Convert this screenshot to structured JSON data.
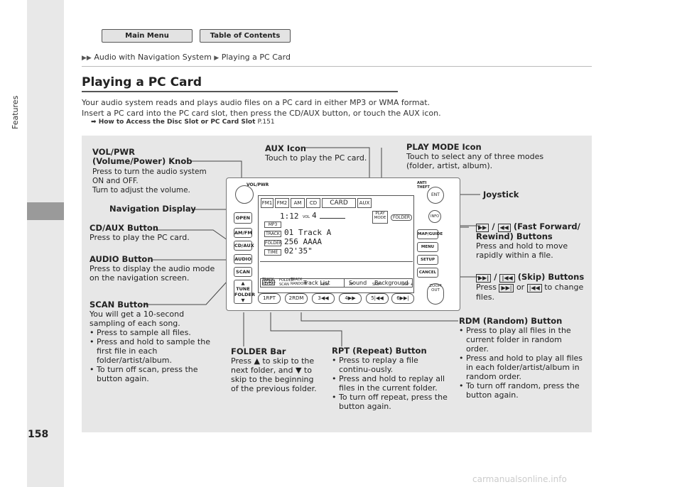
{
  "nav": {
    "main_menu": "Main Menu",
    "toc": "Table of Contents"
  },
  "side": {
    "tab_label": "Features"
  },
  "breadcrumb": {
    "part1": "Audio with Navigation System",
    "part2": "Playing a PC Card"
  },
  "title": "Playing a PC Card",
  "intro": {
    "line1": "Your audio system reads and plays audio files on a PC card in either MP3 or WMA format.",
    "line2": "Insert a PC card into the PC card slot, then press the CD/AUX button, or touch the AUX icon."
  },
  "ref": {
    "text": "How to Access the Disc Slot or PC Card Slot",
    "page": "P.151"
  },
  "page_number": "158",
  "watermark": "carmanualsonline.info",
  "labels": {
    "vol_title1": "VOL/PWR",
    "vol_title2": "(Volume/Power) Knob",
    "vol_desc1": "Press to turn the audio system",
    "vol_desc2": "ON and OFF.",
    "vol_desc3": "Turn to adjust the volume.",
    "nav_display": "Navigation Display",
    "cdaux_title": "CD/AUX Button",
    "cdaux_desc": "Press to play the PC card.",
    "audio_title": "AUDIO Button",
    "audio_desc1": "Press to display the audio mode",
    "audio_desc2": "on the navigation screen.",
    "scan_title": "SCAN Button",
    "scan_desc1": "You will get a 10-second",
    "scan_desc2": "sampling of each song.",
    "scan_b1": "Press to sample all files.",
    "scan_b2": "Press and hold to sample the first file in each folder/artist/album.",
    "scan_b3": "To turn off scan, press the button again.",
    "aux_title": "AUX Icon",
    "aux_desc": "Touch to play the PC card.",
    "play_title": "PLAY MODE Icon",
    "play_desc1": "Touch to select any of three modes",
    "play_desc2": "(folder, artist, album).",
    "joystick": "Joystick",
    "ff_title": "(Fast Forward/",
    "ff_title2": "Rewind) Buttons",
    "ff_desc1": "Press and hold to move",
    "ff_desc2": "rapidly within a file.",
    "skip_title": "(Skip) Buttons",
    "skip_desc1": "Press",
    "skip_desc_or": "or",
    "skip_desc2": "to change",
    "skip_desc3": "files.",
    "folder_title": "FOLDER Bar",
    "folder_desc1": "Press ▲ to skip to the",
    "folder_desc2": "next folder, and ▼ to",
    "folder_desc3": "skip to the beginning",
    "folder_desc4": "of the previous folder.",
    "rpt_title": "RPT (Repeat) Button",
    "rpt_b1": "Press to replay a file continu-ously.",
    "rpt_b2": "Press and hold to replay all files in the current folder.",
    "rpt_b3": "To turn off repeat, press the button again.",
    "rdm_title": "RDM (Random) Button",
    "rdm_b1": "Press to play all files in the current folder in random order.",
    "rdm_b2": "Press and hold to play all files in each folder/artist/album in random order.",
    "rdm_b3": "To turn off random, press the button again."
  },
  "unit": {
    "vol_label": "VOL/PWR",
    "left_buttons": [
      "OPEN",
      "AM/FM",
      "CD/AUX",
      "AUDIO",
      "SCAN"
    ],
    "tune": "TUNE",
    "folder": "FOLDER",
    "top_tabs": [
      "FM1",
      "FM2",
      "AM",
      "CD",
      "CARD",
      "AUX"
    ],
    "time": "1:12",
    "vol": "VOL",
    "vol_val": "4",
    "play_mode": "PLAY MODE",
    "folder_tag": "FOLDER",
    "tags": [
      "MP3",
      "TRACK",
      "FOLDER",
      "TIME"
    ],
    "track": "01 Track A",
    "folder_name": "256 AAAA",
    "elapsed": "02'35\"",
    "scan_small": "SCAN",
    "folder_scan": "FOLDER SCAN",
    "menu": [
      "Track List",
      "Sound",
      "Background"
    ],
    "sub_labels": [
      "TRACK REPEAT",
      "TRACK RANDOM",
      "REW",
      "FF",
      "SKIP -",
      "SKIP +"
    ],
    "presets": [
      "1RPT",
      "2RDM",
      "3◀◀",
      "4▶▶",
      "5|◀◀",
      "6▶▶|"
    ],
    "anti_theft": "ANTI THEFT",
    "right_buttons": [
      "ENT",
      "INFO",
      "MAP/GUIDE",
      "MENU",
      "SETUP",
      "CANCEL"
    ],
    "zoom": "ZOOM",
    "out": "OUT"
  }
}
